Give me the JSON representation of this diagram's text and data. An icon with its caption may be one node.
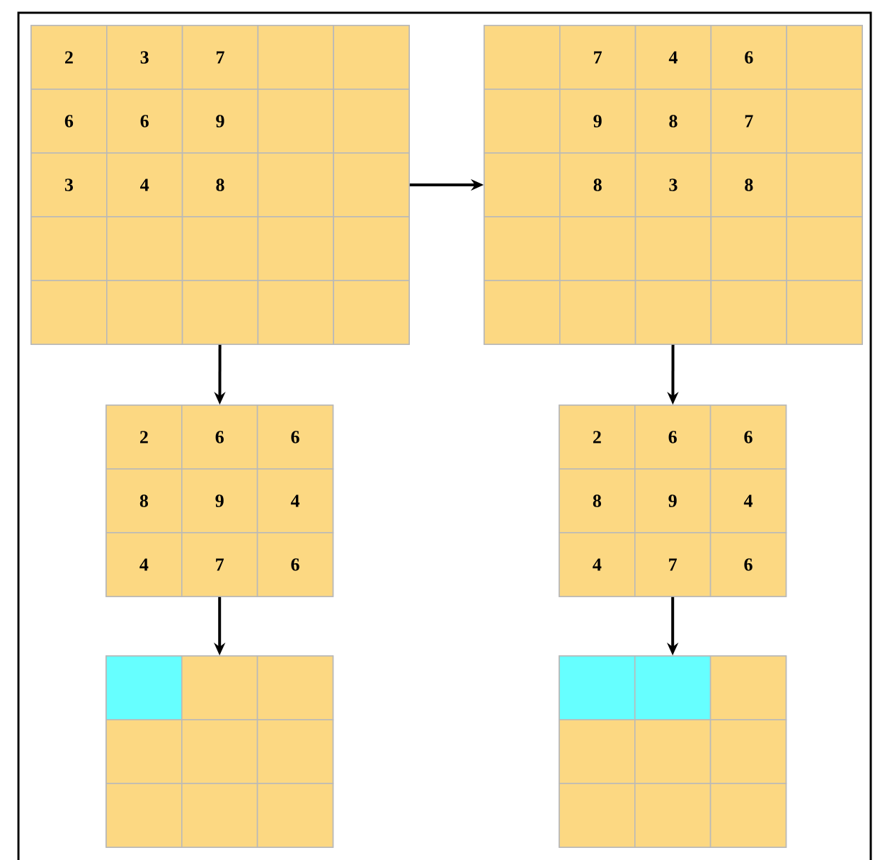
{
  "diagram": {
    "nodes": [
      {
        "text": [],
        "shape": "grid"
      },
      {
        "text": [
          "2"
        ],
        "in": 0
      },
      {
        "text": [
          "3"
        ],
        "in": 0
      },
      {
        "text": [
          "7"
        ],
        "in": 0
      },
      {
        "text": [],
        "shape": "box",
        "in": 0
      },
      {
        "text": [],
        "shape": "box",
        "in": 0
      },
      {
        "text": [
          "6"
        ],
        "in": 0
      },
      {
        "text": [
          "6"
        ],
        "in": 0
      },
      {
        "text": [
          "9"
        ],
        "in": 0
      },
      {
        "text": [],
        "shape": "box",
        "in": 0
      },
      {
        "text": [],
        "shape": "box",
        "in": 0
      },
      {
        "text": [
          "3"
        ],
        "in": 0
      },
      {
        "text": [
          "4"
        ],
        "in": 0
      },
      {
        "text": [
          "8"
        ],
        "in": 0
      },
      {
        "text": [],
        "shape": "box",
        "in": 0
      },
      {
        "text": [],
        "shape": "box",
        "in": 0
      },
      {
        "text": [],
        "shape": "box",
        "in": 0
      },
      {
        "text": [],
        "shape": "box",
        "in": 0
      },
      {
        "text": [],
        "shape": "box",
        "in": 0
      },
      {
        "text": [],
        "shape": "box",
        "in": 0
      },
      {
        "text": [],
        "shape": "box",
        "in": 0
      },
      {
        "text": [],
        "shape": "box",
        "in": 0
      },
      {
        "text": [],
        "shape": "box",
        "in": 0
      },
      {
        "text": [],
        "shape": "box",
        "in": 0
      },
      {
        "text": [],
        "shape": "box",
        "in": 0
      },
      {
        "text": [],
        "shape": "box",
        "in": 0
      },
      {
        "text": [],
        "shape": "grid"
      },
      {
        "text": [],
        "shape": "box",
        "in": 26
      },
      {
        "text": [
          "7"
        ],
        "in": 26
      },
      {
        "text": [
          "4"
        ],
        "in": 26
      },
      {
        "text": [
          "6"
        ],
        "in": 26
      },
      {
        "text": [],
        "shape": "box",
        "in": 26
      },
      {
        "text": [],
        "shape": "box",
        "in": 26
      },
      {
        "text": [
          "9"
        ],
        "in": 26
      },
      {
        "text": [
          "8"
        ],
        "in": 26
      },
      {
        "text": [
          "7"
        ],
        "in": 26
      },
      {
        "text": [],
        "shape": "box",
        "in": 26
      },
      {
        "text": [],
        "shape": "box",
        "in": 26
      },
      {
        "text": [
          "8"
        ],
        "in": 26
      },
      {
        "text": [
          "3"
        ],
        "in": 26
      },
      {
        "text": [
          "8"
        ],
        "in": 26
      },
      {
        "text": [],
        "shape": "box",
        "in": 26
      },
      {
        "text": [],
        "shape": "box",
        "in": 26
      },
      {
        "text": [],
        "shape": "box",
        "in": 26
      },
      {
        "text": [],
        "shape": "box",
        "in": 26
      },
      {
        "text": [],
        "shape": "box",
        "in": 26
      },
      {
        "text": [],
        "shape": "box",
        "in": 26
      },
      {
        "text": [],
        "shape": "box",
        "in": 26
      },
      {
        "text": [],
        "shape": "box",
        "in": 26
      },
      {
        "text": [],
        "shape": "box",
        "in": 26
      },
      {
        "text": [],
        "shape": "box",
        "in": 26
      },
      {
        "text": [],
        "shape": "box",
        "in": 26
      },
      {
        "text": [],
        "shape": "grid"
      },
      {
        "text": [
          "2"
        ],
        "in": 52
      },
      {
        "text": [
          "6"
        ],
        "in": 52
      },
      {
        "text": [
          "6"
        ],
        "in": 52
      },
      {
        "text": [
          "8"
        ],
        "in": 52
      },
      {
        "text": [
          "9"
        ],
        "in": 52
      },
      {
        "text": [
          "4"
        ],
        "in": 52
      },
      {
        "text": [
          "4"
        ],
        "in": 52
      },
      {
        "text": [
          "7"
        ],
        "in": 52
      },
      {
        "text": [
          "6"
        ],
        "in": 52
      },
      {
        "text": [],
        "shape": "grid"
      },
      {
        "text": [
          "2"
        ],
        "in": 62
      },
      {
        "text": [
          "6"
        ],
        "in": 62
      },
      {
        "text": [
          "6"
        ],
        "in": 62
      },
      {
        "text": [
          "8"
        ],
        "in": 62
      },
      {
        "text": [
          "9"
        ],
        "in": 62
      },
      {
        "text": [
          "4"
        ],
        "in": 62
      },
      {
        "text": [
          "4"
        ],
        "in": 62
      },
      {
        "text": [
          "7"
        ],
        "in": 62
      },
      {
        "text": [
          "6"
        ],
        "in": 62
      },
      {
        "text": [],
        "shape": "grid"
      },
      {
        "text": [],
        "shape": "highlighted",
        "in": 72
      },
      {
        "text": [],
        "shape": "box",
        "in": 72
      },
      {
        "text": [],
        "shape": "box",
        "in": 72
      },
      {
        "text": [],
        "shape": "box",
        "in": 72
      },
      {
        "text": [],
        "shape": "box",
        "in": 72
      },
      {
        "text": [],
        "shape": "box",
        "in": 72
      },
      {
        "text": [],
        "shape": "box",
        "in": 72
      },
      {
        "text": [],
        "shape": "box",
        "in": 72
      },
      {
        "text": [],
        "shape": "box",
        "in": 72
      },
      {
        "text": [],
        "shape": "grid"
      },
      {
        "text": [],
        "shape": "highlighted",
        "in": 82
      },
      {
        "text": [],
        "shape": "highlighted",
        "in": 82
      },
      {
        "text": [],
        "shape": "box",
        "in": 82
      },
      {
        "text": [],
        "shape": "box",
        "in": 82
      },
      {
        "text": [],
        "shape": "box",
        "in": 82
      },
      {
        "text": [],
        "shape": "box",
        "in": 82
      },
      {
        "text": [],
        "shape": "box",
        "in": 82
      },
      {
        "text": [],
        "shape": "box",
        "in": 82
      },
      {
        "text": [],
        "shape": "box",
        "in": 82
      }
    ],
    "edges": [
      {
        "from": 0,
        "to": 26,
        "arrow": "to"
      },
      {
        "from": 0,
        "to": 52,
        "arrow": "to"
      },
      {
        "from": 26,
        "to": 62,
        "arrow": "to"
      },
      {
        "from": 52,
        "to": 72,
        "arrow": "to"
      },
      {
        "from": 62,
        "to": 82,
        "arrow": "to"
      }
    ]
  }
}
